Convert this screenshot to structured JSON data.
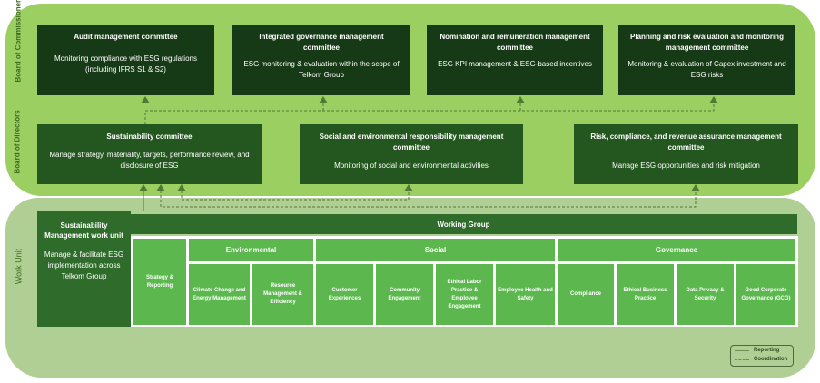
{
  "row_labels": {
    "board_of_commissioners": "Board of Commissioners",
    "board_of_directors": "Board of Directors",
    "work_unit": "Work Unit"
  },
  "commissioners": [
    {
      "title": "Audit management committee",
      "desc": "Monitoring compliance with ESG regulations (including IFRS S1 & S2)"
    },
    {
      "title": "Integrated governance management committee",
      "desc": "ESG monitoring & evaluation within the scope of Telkom Group"
    },
    {
      "title": "Nomination and remuneration management committee",
      "desc": "ESG KPI management & ESG-based incentives"
    },
    {
      "title": "Planning and risk evaluation and monitoring management committee",
      "desc": "Monitoring & evaluation of Capex investment and ESG risks"
    }
  ],
  "directors": [
    {
      "title": "Sustainability committee",
      "desc": "Manage strategy, materiality, targets, performance review, and disclosure of ESG"
    },
    {
      "title": "Social and environmental responsibility management committee",
      "desc": "Monitoring of social and environmental activities"
    },
    {
      "title": "Risk, compliance, and revenue assurance management committee",
      "desc": "Manage ESG opportunities and risk mitigation"
    }
  ],
  "work_unit": {
    "smu_title": "Sustainability Management work unit",
    "smu_desc": "Manage & facilitate ESG implementation across Telkom Group",
    "working_group": "Working Group",
    "strategy": "Strategy & Reporting",
    "categories": {
      "environmental": "Environmental",
      "social": "Social",
      "governance": "Governance"
    },
    "environmental_items": [
      "Climate Change and Energy Management",
      "Resource Management & Efficiency"
    ],
    "social_items": [
      "Customer Experiences",
      "Community Engagement",
      "Ethical Labor Practice & Employee Engagement",
      "Employee Health and Safety"
    ],
    "governance_items": [
      "Compliance",
      "Ethical Business Practice",
      "Data Privacy & Security",
      "Good Corporate Governance (GCG)"
    ]
  },
  "legend": {
    "reporting": "Reporting",
    "coordination": "Coordination"
  },
  "colors": {
    "top_band": "#9ccf62",
    "bottom_band": "#afcf94",
    "commissioner_box": "#173a16",
    "director_box": "#24561f",
    "working_group": "#2f6b2a",
    "item_box": "#5cb84e",
    "connector": "#4f7a34"
  }
}
